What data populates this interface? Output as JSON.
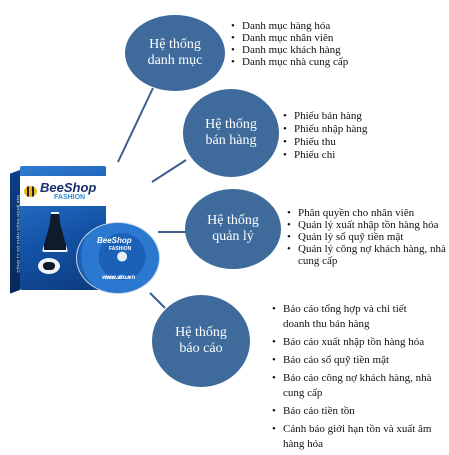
{
  "colors": {
    "node_fill": "#3e6b9c",
    "connector": "#3b5f8a",
    "box_blue": "#1453a8"
  },
  "product": {
    "brand": "BeeShop",
    "sub": "FASHION",
    "side_text": "CÔNG TY CỔ PHẦN CÔNG NGHỆ ATO",
    "website": "www.ato.vn",
    "icons": [
      "bee-logo-icon",
      "dress-icon",
      "handbag-icon",
      "disc-icon"
    ]
  },
  "nodes": [
    {
      "line1": "Hệ thống",
      "line2": "danh mục",
      "items": [
        "Danh mục hàng hóa",
        "Danh mục nhân viên",
        "Danh mục khách hàng",
        "Danh mục nhà cung cấp"
      ]
    },
    {
      "line1": "Hệ thống",
      "line2": "bán hàng",
      "items": [
        "Phiếu bán hàng",
        "Phiếu nhập hàng",
        "Phiếu thu",
        "Phiếu chi"
      ]
    },
    {
      "line1": "Hệ thống",
      "line2": "quản lý",
      "items": [
        "Phân quyền cho nhân viên",
        "Quản lý xuất nhập tồn hàng hóa",
        "Quản lý sổ quỹ tiền mặt",
        "Quản lý công nợ khách hàng, nhà cung cấp"
      ]
    },
    {
      "line1": "Hệ thống",
      "line2": "báo cáo",
      "items": [
        "Báo cáo tổng hợp và chi tiết doanh thu bán hàng",
        "Báo cáo xuất nhập tồn hàng hóa",
        "Báo cáo sổ quỹ tiền mặt",
        "Báo cáo công nợ khách hàng, nhà cung cấp",
        "Báo cáo tiền tồn",
        "Cảnh báo giới hạn tồn và xuất âm hàng hóa"
      ]
    }
  ]
}
